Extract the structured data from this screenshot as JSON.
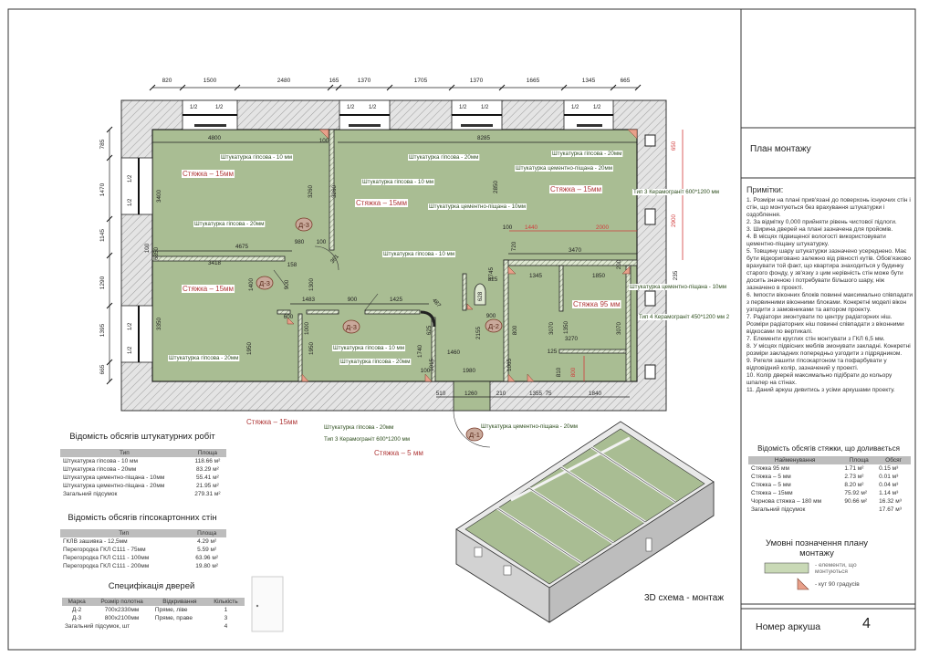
{
  "title_block": {
    "sheet_title": "План монтажу",
    "sheet_number_label": "Номер аркуша",
    "sheet_number": "4"
  },
  "notes": {
    "heading": "Примітки:",
    "items": [
      "1. Розміри на плані прив'язані до поверхонь існуючих стін і стін, що монтуються  без врахування штукатурки і оздоблення.",
      "2. За відмітку 0,000 прийняти рівень чистової підлоги.",
      "3. Ширина дверей на плані зазначена для пройомів.",
      "4. В місцях підвищеної вологості використовувати цементно-піщану штукатурку.",
      "5. Товщину шару штукатурки зазначено усереднено. Має бути відкориговано залежно від рівності кутів. Обов'язково врахувати той факт, що квартира знаходиться у будинку старого фонду, у зв'язку з цим нерівність стін може бути досить значною і потребувати більшого шару, ніж зазначено в проекті.",
      "6. Імпости віконних блоків повинні максимально співпадати з первинними віконними блоками. Конкретні моделі вікон узгодити з замовниками та автором проекту.",
      "7. Радіатори змонтувати по центру радіаторних ніш. Розміри радіаторних ніш повинні співпадати з віконними відкосами по вертикалі.",
      "7. Елементи круглих стін монтувати з ГКЛ 6,5 мм.",
      "8. У місцях підвісних меблів змонувати закладні. Конкретні розміри закладних попередньо узгодити з підрядником.",
      "9. Ригеля зашити гіпсокартоном та пофарбувати у відповідний колір, зазначений у проекті.",
      "10. Колір дверей максимально підібрати до кольору шпалер на стінах.",
      "11. Даний аркуш дивитись з усіми аркушами проекту."
    ]
  },
  "screed_table": {
    "title": "Відомість обсягів стяжки, що доливається",
    "headers": [
      "Найменування",
      "Площа",
      "Обсяг"
    ],
    "rows": [
      [
        "Стяжка 95 мм",
        "1.71 м²",
        "0.15 м³"
      ],
      [
        "Стяжка – 5 мм",
        "2.73 м²",
        "0.01 м³"
      ],
      [
        "Стяжка – 5 мм",
        "8.20 м²",
        "0.04 м³"
      ],
      [
        "Стяжка – 15мм",
        "75.92 м²",
        "1.14 м³"
      ],
      [
        "Чорнова стяжка – 180 мм",
        "90.66 м²",
        "16.32 м³"
      ],
      [
        "Загальний підсумок",
        "",
        "17.67 м³"
      ]
    ]
  },
  "legend": {
    "title": "Умовні позначення плану монтажу",
    "items": [
      "- елементи, що монтуються",
      "- кут 90 градусів"
    ],
    "colors": {
      "element": "#c9d9b6",
      "corner": "#e8a08a"
    }
  },
  "plaster_table": {
    "title": "Відомість обсягів штукатурних робіт",
    "headers": [
      "Тип",
      "Площа"
    ],
    "rows": [
      [
        "Штукатурка гіпсова - 10 мм",
        "118.66 м²"
      ],
      [
        "Штукатурка гіпсова - 20мм",
        "83.29 м²"
      ],
      [
        "Штукатурка цементно-піщана - 10мм",
        "55.41 м²"
      ],
      [
        "Штукатурка цементно-піщана - 20мм",
        "21.95 м²"
      ],
      [
        "Загальний підсумок",
        "279.31 м²"
      ]
    ]
  },
  "drywall_table": {
    "title": "Відомість обсягів гіпсокартонних стін",
    "headers": [
      "Тип",
      "Площа"
    ],
    "rows": [
      [
        "ГКЛВ зашивка - 12,5мм",
        "4.29 м²"
      ],
      [
        "Перегородка ГКЛ С111 - 75мм",
        "5.59 м²"
      ],
      [
        "Перегородка ГКЛ С111 - 100мм",
        "63.96 м²"
      ],
      [
        "Перегородка ГКЛ С111 - 200мм",
        "19.80 м²"
      ]
    ]
  },
  "door_table": {
    "title": "Специфікація дверей",
    "headers": [
      "Марка",
      "Розмір полотна",
      "Відкривання",
      "Кількість"
    ],
    "rows": [
      [
        "Д-2",
        "700x2330мм",
        "Пряме, ліве",
        "1"
      ],
      [
        "Д-3",
        "800x2100мм",
        "Пряме, праве",
        "3"
      ],
      [
        "Загальний підсумок, шт",
        "",
        "",
        "4"
      ]
    ]
  },
  "schema_3d": {
    "caption": "3D схема - монтаж"
  },
  "plan": {
    "colors": {
      "floor": "#a9bd93",
      "wall_hatch": "#d6d6d6",
      "screed_label": "#b03a3a",
      "dim_red": "#d23b3b"
    },
    "top_dimensions": [
      "820",
      "1500",
      "2480",
      "165",
      "1370",
      "1705",
      "1370",
      "1665",
      "1345",
      "665"
    ],
    "left_dimensions": [
      "785",
      "1470",
      "1145",
      "1290",
      "1395",
      "665"
    ],
    "window_halves": [
      "1/2",
      "1/2"
    ],
    "plaster_labels": [
      "Штукатурка гіпсова - 10 мм",
      "Штукатурка гіпсова - 10 мм",
      "Штукатурка гіпсова - 20мм",
      "Штукатурка гіпсова - 20мм",
      "Штукатурка гіпсова - 20мм",
      "Штукатурка цементно-піщана - 20мм",
      "Штукатурка цементно-піщана - 10мм",
      "Штукатурка гіпсова - 10 мм",
      "Тип 3 Керамограніт 600*1200 мм",
      "Штукатурка цементно-піщана - 10мм",
      "Тип 4 Керамограніт 450*1200 мм 2",
      "Штукатурка гіпсова - 10 мм",
      "Штукатурка гіпсова - 20мм",
      "Штукатурка гіпсова - 20мм",
      "Штукатурка гіпсова - 20мм",
      "Тип 3 Керамограніт 600*1200 мм",
      "Штукатурка цементно-піщана - 20мм"
    ],
    "screed_labels": [
      "Стяжка – 15мм",
      "Стяжка – 15мм",
      "Стяжка – 15мм",
      "Стяжка – 15мм",
      "Стяжка – 15мм",
      "Стяжка 95 мм",
      "Стяжка – 5 мм"
    ],
    "door_tags": [
      "Д-3",
      "Д-3",
      "Д-3",
      "Д-2",
      "Д-1"
    ],
    "dimensions": [
      "4800",
      "100",
      "3260",
      "3260",
      "3400",
      "4675",
      "3418",
      "980",
      "100",
      "361",
      "158",
      "8285",
      "2850",
      "100",
      "1440",
      "2000",
      "3470",
      "720",
      "1745",
      "825",
      "1345",
      "1850",
      "200",
      "650",
      "2900",
      "235",
      "1400",
      "900",
      "1300",
      "1483",
      "900",
      "1425",
      "487",
      "628",
      "900",
      "600",
      "1000",
      "1950",
      "1950",
      "3070",
      "3070",
      "1350",
      "800",
      "3270",
      "125",
      "1460",
      "100",
      "1980",
      "1065",
      "810",
      "800",
      "510",
      "1260",
      "210",
      "1355",
      "75",
      "1840",
      "3350",
      "6850",
      "100",
      "1015",
      "1740",
      "625",
      "2155"
    ]
  }
}
